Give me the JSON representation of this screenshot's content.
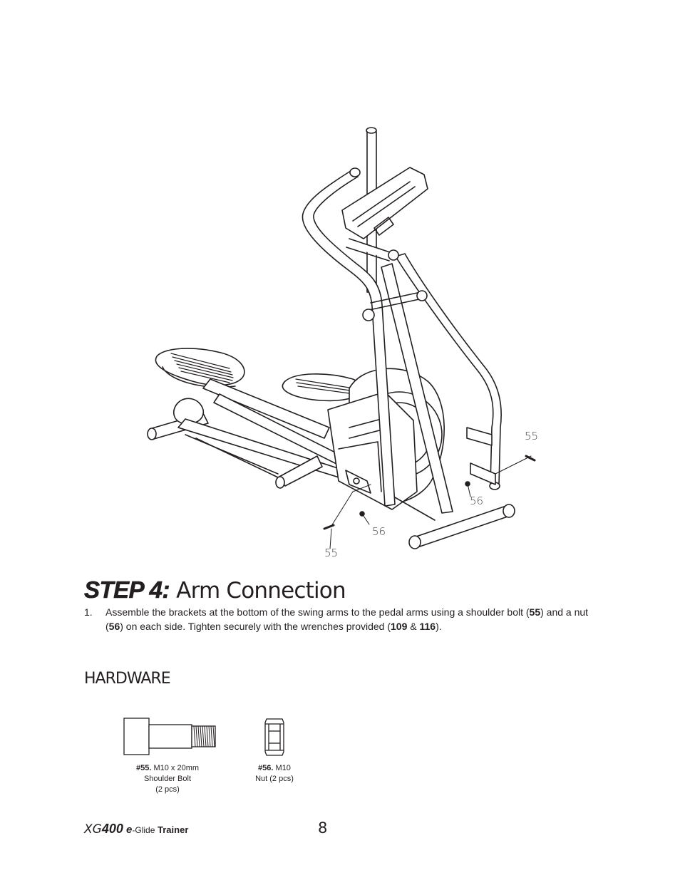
{
  "illustration": {
    "callouts": {
      "bolt_right": "55",
      "nut_right": "56",
      "nut_left": "56",
      "bolt_left": "55"
    }
  },
  "step": {
    "label": "STEP 4:",
    "name": "Arm Connection"
  },
  "instruction": {
    "number": "1.",
    "part1": "Assemble the brackets at the bottom of the swing arms to the pedal arms using a shoulder bolt (",
    "bolt_ref": "55",
    "part2": ") and a nut (",
    "nut_ref": "56",
    "part3": ") on each side. Tighten securely with the wrenches provided (",
    "wrench1": "109",
    "amp": " & ",
    "wrench2": "116",
    "part4": ")."
  },
  "hardware": {
    "title": "HARDWARE",
    "items": [
      {
        "id": "#55.",
        "spec": " M10 x 20mm",
        "name": "Shoulder Bolt",
        "qty": "(2 pcs)"
      },
      {
        "id": "#56.",
        "spec": " M10",
        "name": "Nut (2 pcs)"
      }
    ]
  },
  "footer": {
    "model_a": "XG",
    "model_b": "400",
    "brand_e": " e",
    "brand_glide": "-Glide",
    "brand_trainer": " Trainer",
    "page_number": "8"
  }
}
